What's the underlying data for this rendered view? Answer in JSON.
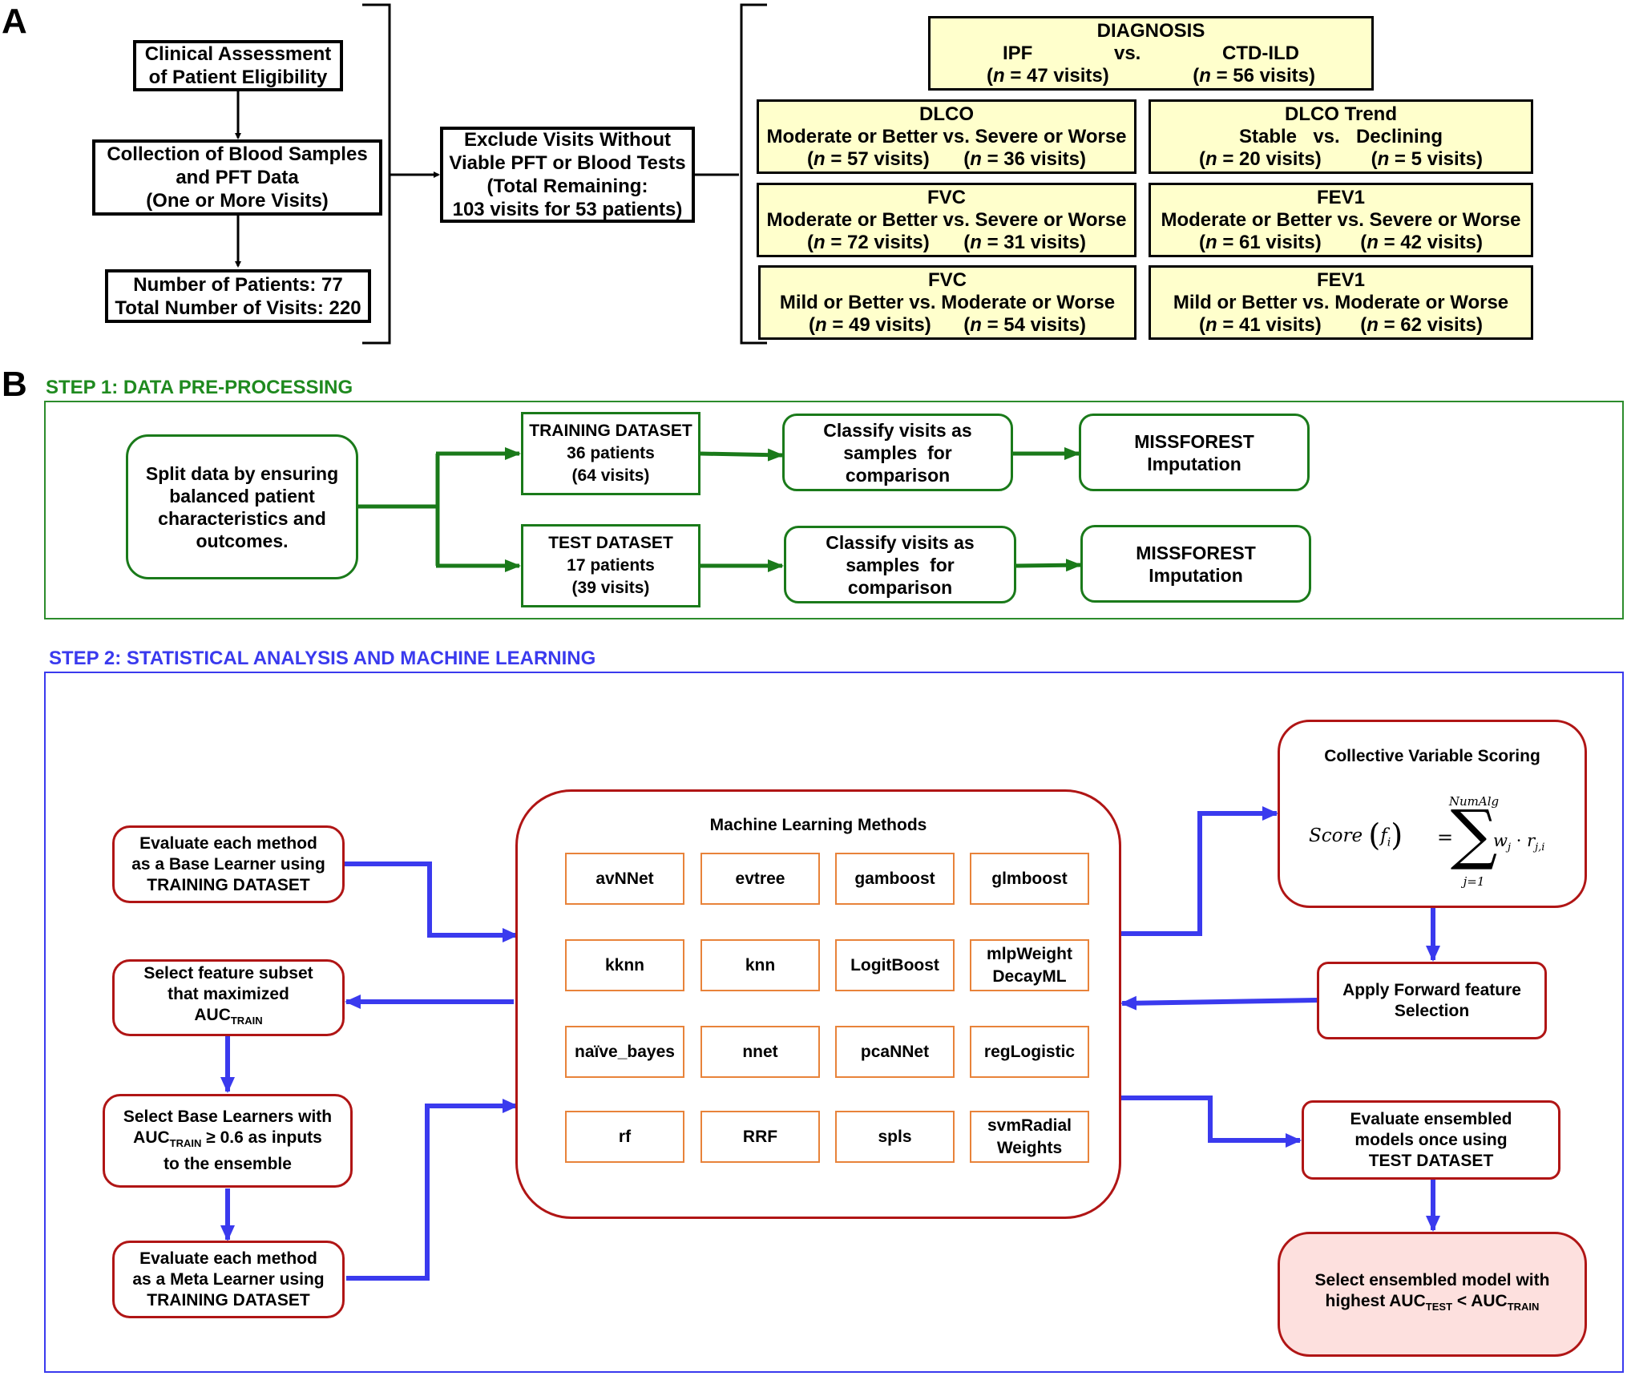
{
  "panelA": {
    "letter": "A",
    "left": {
      "box1": [
        "Clinical Assessment",
        "of Patient Eligibility"
      ],
      "box2": [
        "Collection of Blood Samples",
        "and PFT Data",
        "(One or More Visits)"
      ],
      "box3": [
        "Number of Patients: 77",
        "Total Number of Visits: 220"
      ]
    },
    "exclude": [
      "Exclude Visits Without",
      "Viable PFT or Blood Tests",
      "(Total Remaining:",
      "103 visits for 53 patients)"
    ],
    "diagnosis": {
      "title": "DIAGNOSIS",
      "a": "IPF",
      "vs": "vs.",
      "b": "CTD-ILD",
      "na": "47 visits)",
      "nb": "56 visits)"
    },
    "outcomes": [
      {
        "title": "DLCO",
        "sub": "Moderate or Better vs. Severe or Worse",
        "na": "57 visits)",
        "nb": "36 visits)"
      },
      {
        "title": "DLCO Trend",
        "a": "Stable",
        "vs": "vs.",
        "b": "Declining",
        "na": "20 visits)",
        "nb": "5 visits)"
      },
      {
        "title": "FVC",
        "sub": "Moderate or Better vs. Severe or Worse",
        "na": "72 visits)",
        "nb": "31 visits)"
      },
      {
        "title": "FEV1",
        "sub": "Moderate or Better vs. Severe or Worse",
        "na": "61 visits)",
        "nb": "42 visits)"
      },
      {
        "title": "FVC",
        "sub": "Mild or Better vs. Moderate or Worse",
        "na": "49 visits)",
        "nb": "54 visits)"
      },
      {
        "title": "FEV1",
        "sub": "Mild or Better vs. Moderate or Worse",
        "na": "41 visits)",
        "nb": "62 visits)"
      }
    ],
    "n_open": "(",
    "n_italic": "n",
    "n_eq": " = "
  },
  "panelB": {
    "letter": "B",
    "step1": {
      "title": "STEP 1: DATA PRE-PROCESSING",
      "split": [
        "Split data by ensuring",
        "balanced patient",
        "characteristics and",
        "outcomes."
      ],
      "train": [
        "TRAINING DATASET",
        "36 patients",
        "(64 visits)"
      ],
      "test": [
        "TEST DATASET",
        "17 patients",
        "(39 visits)"
      ],
      "classify": [
        "Classify visits as",
        "samples  for",
        "comparison"
      ],
      "impute": [
        "MISSFOREST",
        "Imputation"
      ]
    },
    "step2": {
      "title": "STEP 2: STATISTICAL ANALYSIS AND MACHINE LEARNING",
      "base": [
        "Evaluate each method",
        "as a Base Learner using",
        "TRAINING DATASET"
      ],
      "subset": [
        "Select feature subset",
        "that maximized"
      ],
      "auc": "AUC",
      "train_sub": "TRAIN",
      "test_sub": "TEST",
      "select_base_1": "Select Base Learners with",
      "select_base_2": " ≥ 0.6 as inputs",
      "select_base_3": "to the ensemble",
      "meta": [
        "Evaluate each method",
        "as a Meta Learner using",
        "TRAINING DATASET"
      ],
      "ml_title": "Machine Learning Methods",
      "methods": [
        "avNNet",
        "evtree",
        "gamboost",
        "glmboost",
        "kknn",
        "knn",
        "LogitBoost",
        "mlpWeight DecayML",
        "naïve_bayes",
        "nnet",
        "pcaNNet",
        "regLogistic",
        "rf",
        "RRF",
        "spls",
        "svmRadial Weights"
      ],
      "scoring_title": "Collective Variable Scoring",
      "formula": {
        "score": "Score",
        "f": "f",
        "i": "i",
        "eq": "=",
        "upper": "NumAlg",
        "lower": "j=1",
        "w": "w",
        "j": "j",
        "r": "r",
        "ji": "j,i"
      },
      "forward": [
        "Apply Forward feature",
        "Selection"
      ],
      "ens_eval": [
        "Evaluate ensembled",
        "models once using",
        "TEST DATASET"
      ],
      "final_1": "Select ensembled model with",
      "final_2": "highest ",
      "final_lt": " < "
    }
  },
  "colors": {
    "green": "#1a7a1a",
    "green_title": "#1f8a1f",
    "blue": "#3a3aee",
    "red": "#b01515",
    "orange": "#e8833a",
    "yellow": "#ffffcc",
    "pink": "#fde0de"
  }
}
